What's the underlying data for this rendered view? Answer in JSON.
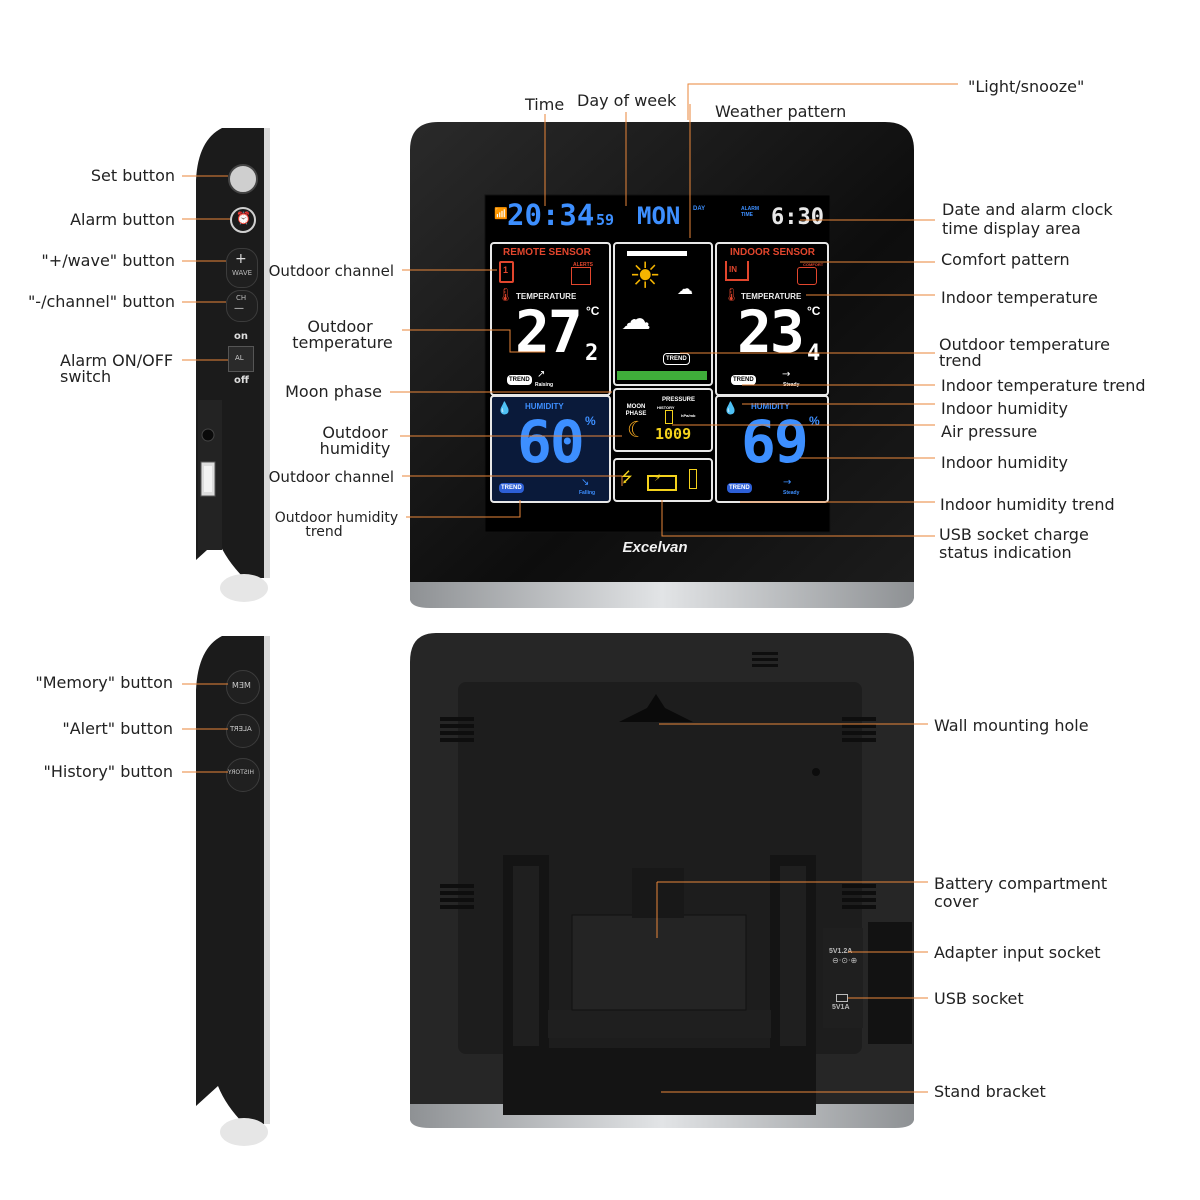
{
  "colors": {
    "leader": "#e8863a",
    "device_black": "#1a1a1a",
    "lcd_blue": "#3d8fff",
    "lcd_red": "#e2462d",
    "lcd_yellow": "#f4d21c",
    "silver": "#c9cbcd"
  },
  "lcd": {
    "time_hm": "20:34",
    "time_sec": "59",
    "day": "MON",
    "day_small": "DAY",
    "alarm_small": "ALARM TIME",
    "alarm_time": "6:30",
    "remote_title": "REMOTE SENSOR",
    "indoor_title": "INDOOR SENSOR",
    "temperature_label": "TEMPERATURE",
    "humidity_label": "HUMIDITY",
    "outdoor_temp_int": "27",
    "outdoor_temp_dec": "2",
    "indoor_temp_int": "23",
    "indoor_temp_dec": "4",
    "deg_c": "°C",
    "percent": "%",
    "outdoor_humidity": "60",
    "indoor_humidity": "69",
    "trend_label": "TREND",
    "raising": "Raising",
    "falling": "Falling",
    "steady": "Steady",
    "moon_phase_label": "MOON PHASE",
    "pressure_label": "PRESSURE",
    "history_label": "HISTORY",
    "pressure_unit": "hPa/mb",
    "pressure_value": "1009",
    "alerts_label": "ALERTS",
    "comfort_label": "COMFORT",
    "in_label": "IN",
    "channel_value": "1"
  },
  "brand": "Excelvan",
  "side_buttons": {
    "plus": "+",
    "wave": "WAVE",
    "ch": "CH",
    "minus": "—",
    "on": "on",
    "al": "AL",
    "off": "off",
    "mem": "MEM",
    "alert": "ALERT",
    "history": "HISTORY"
  },
  "back": {
    "adapter_spec": "5V1.2A",
    "usb_spec": "5V1A"
  },
  "labels": {
    "set_button": "Set button",
    "alarm_button": "Alarm button",
    "plus_wave_button": "\"+/wave\" button",
    "minus_channel_button": "\"-/channel\" button",
    "alarm_onoff_1": "Alarm ON/OFF",
    "alarm_onoff_2": "switch",
    "time": "Time",
    "day_of_week": "Day of week",
    "weather_pattern": "Weather pattern",
    "light_snooze": "\"Light/snooze\"",
    "outdoor_channel_top": "Outdoor channel",
    "outdoor_temperature_1": "Outdoor",
    "outdoor_temperature_2": "temperature",
    "moon_phase": "Moon phase",
    "outdoor_humidity_1": "Outdoor",
    "outdoor_humidity_2": "humidity",
    "outdoor_channel_bottom": "Outdoor channel",
    "outdoor_humidity_trend_1": "Outdoor humidity",
    "outdoor_humidity_trend_2": "trend",
    "date_alarm_1": "Date and alarm clock",
    "date_alarm_2": "time display area",
    "comfort_pattern": "Comfort pattern",
    "indoor_temperature": "Indoor temperature",
    "outdoor_temp_trend_1": "Outdoor temperature",
    "outdoor_temp_trend_2": "trend",
    "indoor_temp_trend": "Indoor temperature trend",
    "indoor_humidity_a": "Indoor humidity",
    "air_pressure": "Air pressure",
    "indoor_humidity_b": "Indoor humidity",
    "indoor_humidity_trend": "Indoor humidity trend",
    "usb_charge_1": "USB socket charge",
    "usb_charge_2": "status indication",
    "memory_button": "\"Memory\" button",
    "alert_button": "\"Alert\" button",
    "history_button": "\"History\" button",
    "wall_mount": "Wall mounting hole",
    "battery_1": "Battery compartment",
    "battery_2": "cover",
    "adapter_input": "Adapter input socket",
    "usb_socket": "USB socket",
    "stand_bracket": "Stand bracket"
  }
}
